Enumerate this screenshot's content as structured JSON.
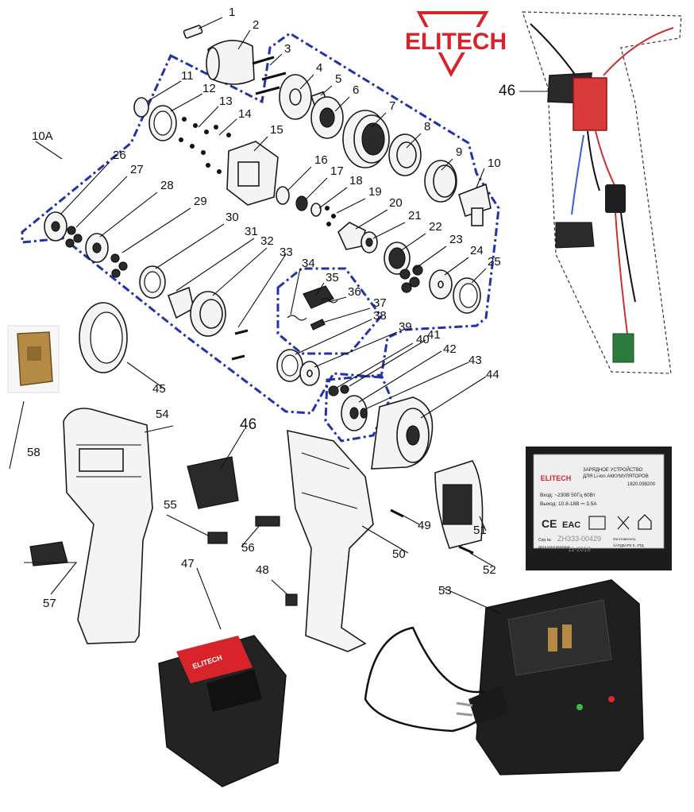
{
  "brand": {
    "name": "ELITECH",
    "color": "#d8232a"
  },
  "group_label": "10A",
  "part_numbers": [
    "1",
    "2",
    "3",
    "4",
    "5",
    "6",
    "7",
    "8",
    "9",
    "10",
    "11",
    "12",
    "13",
    "14",
    "15",
    "16",
    "17",
    "18",
    "19",
    "20",
    "21",
    "22",
    "23",
    "24",
    "25",
    "26",
    "27",
    "28",
    "29",
    "30",
    "31",
    "32",
    "33",
    "34",
    "35",
    "36",
    "37",
    "38",
    "39",
    "40",
    "41",
    "42",
    "43",
    "44",
    "45",
    "46",
    "46",
    "47",
    "48",
    "49",
    "50",
    "51",
    "52",
    "53",
    "54",
    "55",
    "56",
    "57",
    "58"
  ],
  "charger_label": {
    "brand": "ELITECH",
    "title_line1": "ЗАРЯДНОЕ УСТРОЙСТВО",
    "title_line2": "ДЛЯ Li-ion АККУМУЛЯТОРОВ",
    "model": "1820.098200",
    "input": "Вход: ~230В 50Гц 60Вт",
    "output": "Выход: 10.8-18В ⎓ 3.5А",
    "serial_caption": "Сер.№",
    "serial": "ZH333-00429",
    "date_caption": "Дата изготовления",
    "date": "11-2018",
    "manufacturer_caption": "Изготовитель:",
    "manufacturer_line1": "ХАРДВАРЕ К. ЛТД",
    "marks": [
      "CE",
      "EAC"
    ]
  },
  "colors": {
    "group_outline": "#2233aa",
    "charger_label_bg": "#1c1c1c",
    "accent_red": "#d8232a"
  }
}
